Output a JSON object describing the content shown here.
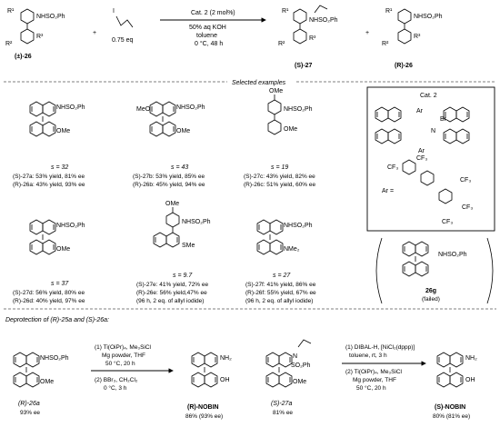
{
  "scheme": {
    "reactant_label": "(±)-26",
    "reagent_eq": "0.75 eq",
    "catalyst_line": "Cat. 2 (2 mol%)",
    "conditions": [
      "50% aq KOH",
      "toluene",
      "0 °C, 48 h"
    ],
    "product1_label": "(S)-27",
    "product2_label": "(R)-26",
    "plus": "+",
    "groups": {
      "r1": "R¹",
      "r2": "R²",
      "r3": "R³",
      "nhso2ph": "NHSO₂Ph",
      "iodo": "I"
    }
  },
  "selected_examples_title": "Selected examples",
  "examples": [
    {
      "s": "s = 32",
      "line1": "(S)-27a: 53% yield, 81% ee",
      "line2": "(R)-26a: 43% yield, 93% ee",
      "note": "",
      "group": "NHSO₂Ph",
      "sub": "OMe"
    },
    {
      "s": "s = 43",
      "line1": "(S)-27b: 53% yield, 85% ee",
      "line2": "(R)-26b: 45% yield, 94% ee",
      "note": "",
      "group": "NHSO₂Ph",
      "sub": "OMe",
      "sub2": "MeO"
    },
    {
      "s": "s = 19",
      "line1": "(S)-27c: 43% yield, 82% ee",
      "line2": "(R)-26c: 51% yield, 60% ee",
      "note": "",
      "group": "NHSO₂Ph",
      "sub": "OMe",
      "sub2": "OMe"
    },
    {
      "s": "s = 37",
      "line1": "(S)-27d: 56% yield, 80% ee",
      "line2": "(R)-26d: 40% yield, 97% ee",
      "note": "",
      "group": "NHSO₂Ph",
      "sub": "OMe"
    },
    {
      "s": "s = 9.7",
      "line1": "(S)-27e: 41% yield, 72% ee",
      "line2": "(R)-26e: 56% yield,47% ee",
      "note": "(96 h, 2 eq. of allyl iodide)",
      "group": "NHSO₂Ph",
      "sub": "SMe",
      "sub2": "OMe"
    },
    {
      "s": "s = 27",
      "line1": "(S)-27f: 41% yield, 86% ee",
      "line2": "(R)-26f: 55% yield, 67% ee",
      "note": "(96 h, 2 eq. of allyl iodide)",
      "group": "NHSO₂Ph",
      "sub": "NMe₂"
    }
  ],
  "failed": {
    "label": "26g",
    "status": "(failed)",
    "group": "NHSO₂Ph"
  },
  "catalyst": {
    "title": "Cat. 2",
    "ar": "Ar",
    "br": "Br",
    "n": "N",
    "cf3": "CF₃",
    "ar_def": "Ar ="
  },
  "deprotection": {
    "title": "Deprotection of (R)-25a and (S)-26a:",
    "left": {
      "sm_label": "(R)-26a",
      "sm_ee": "93% ee",
      "step1": [
        "(1) Ti(OiPr)₄, Me₃SiCl",
        "Mg powder, THF",
        "50 °C, 20 h"
      ],
      "step2": [
        "(2) BBr₃, CH₂Cl₂",
        "0 °C, 3 h"
      ],
      "product": "(R)-NOBIN",
      "product_yield": "86% (93% ee)",
      "nh2": "NH₂",
      "oh": "OH",
      "group": "NHSO₂Ph",
      "ome": "OMe"
    },
    "right": {
      "sm_label": "(S)-27a",
      "sm_ee": "81% ee",
      "step1": [
        "(1) DIBAL-H, [NiCl₂(dppp)]",
        "toluene, rt, 3 h"
      ],
      "step2": [
        "(2) Ti(OiPr)₄, Me₃SiCl",
        "Mg powder, THF",
        "50 °C, 20 h"
      ],
      "product": "(S)-NOBIN",
      "product_yield": "80% (81% ee)",
      "nh2": "NH₂",
      "oh": "OH",
      "n": "N",
      "so2ph": "SO₂Ph",
      "ome": "OMe"
    }
  }
}
